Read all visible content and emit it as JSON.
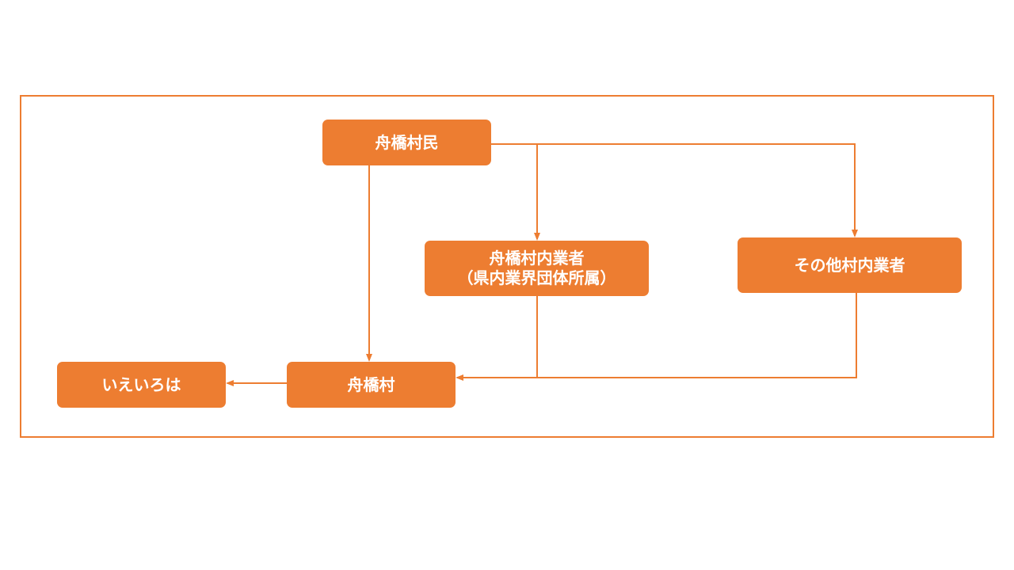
{
  "diagram": {
    "accent_color": "#ed7d31",
    "text_color": "#ffffff",
    "nodes": {
      "villagers": "舟橋村民",
      "local_businesses_line1": "舟橋村内業者",
      "local_businesses_line2": "（県内業界団体所属）",
      "other_businesses": "その他村内業者",
      "village": "舟橋村",
      "ieiroha": "いえいろは"
    },
    "edges": [
      {
        "from": "villagers",
        "to": "local_businesses"
      },
      {
        "from": "villagers",
        "to": "other_businesses"
      },
      {
        "from": "villagers",
        "to": "village"
      },
      {
        "from": "local_businesses",
        "to": "village"
      },
      {
        "from": "other_businesses",
        "to": "village"
      },
      {
        "from": "village",
        "to": "ieiroha"
      }
    ]
  }
}
